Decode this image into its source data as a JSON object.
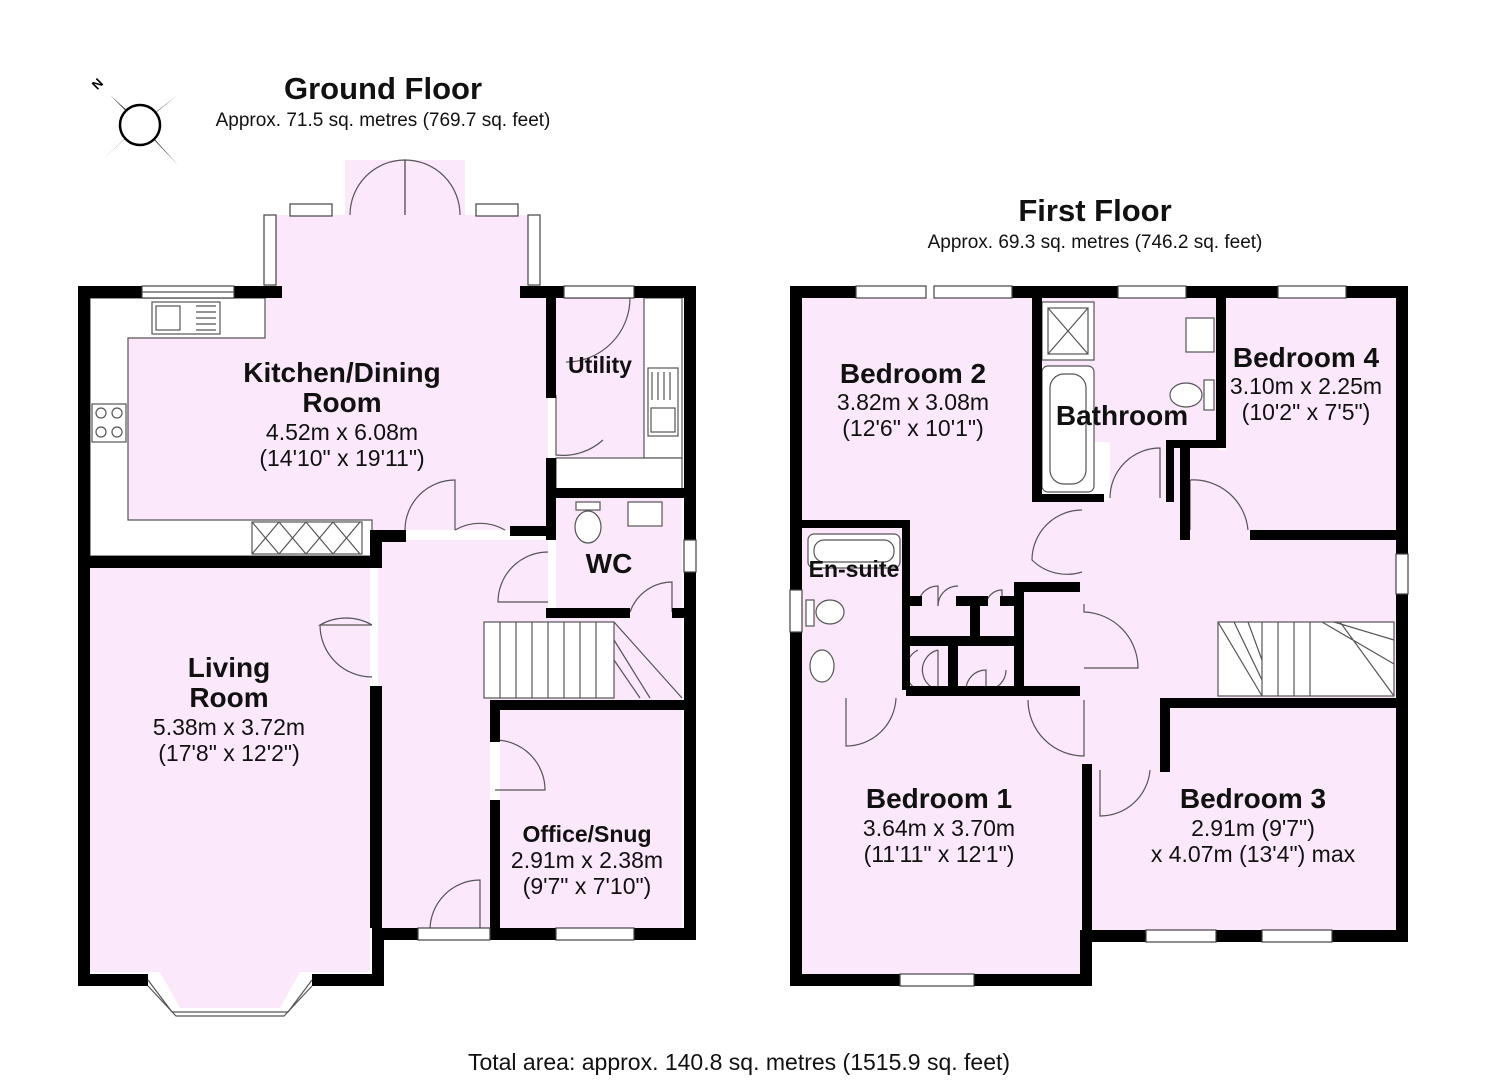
{
  "ground_floor": {
    "title": "Ground Floor",
    "area": "Approx. 71.5 sq. metres (769.7 sq. feet)",
    "rooms": {
      "kitchen": {
        "name_line1": "Kitchen/Dining",
        "name_line2": "Room",
        "dim_metric": "4.52m x 6.08m",
        "dim_imperial": "(14'10\" x 19'11\")"
      },
      "utility": {
        "name": "Utility"
      },
      "wc": {
        "name": "WC"
      },
      "living": {
        "name_line1": "Living",
        "name_line2": "Room",
        "dim_metric": "5.38m x 3.72m",
        "dim_imperial": "(17'8\" x 12'2\")"
      },
      "office": {
        "name": "Office/Snug",
        "dim_metric": "2.91m x 2.38m",
        "dim_imperial": "(9'7\" x 7'10\")"
      }
    }
  },
  "first_floor": {
    "title": "First Floor",
    "area": "Approx. 69.3 sq. metres (746.2 sq. feet)",
    "rooms": {
      "bedroom2": {
        "name": "Bedroom 2",
        "dim_metric": "3.82m x 3.08m",
        "dim_imperial": "(12'6\" x 10'1\")"
      },
      "bathroom": {
        "name": "Bathroom"
      },
      "bedroom4": {
        "name": "Bedroom 4",
        "dim_metric": "3.10m x 2.25m",
        "dim_imperial": "(10'2\" x 7'5\")"
      },
      "ensuite": {
        "name": "En-suite"
      },
      "bedroom1": {
        "name": "Bedroom 1",
        "dim_metric": "3.64m x 3.70m",
        "dim_imperial": "(11'11\" x 12'1\")"
      },
      "bedroom3": {
        "name": "Bedroom 3",
        "dim_line1": "2.91m (9'7\")",
        "dim_line2": "x 4.07m (13'4\") max"
      }
    }
  },
  "compass": {
    "label": "N"
  },
  "total_area": "Total area: approx. 140.8 sq. metres (1515.9 sq. feet)",
  "colors": {
    "room_fill": "#fbe8fb",
    "wall": "#000000"
  }
}
